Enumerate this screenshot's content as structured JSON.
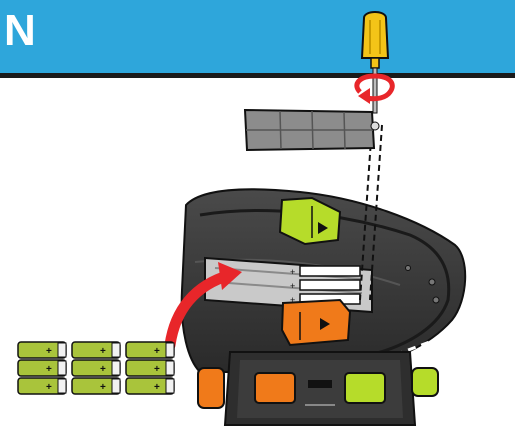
{
  "header": {
    "title_fragment": "N",
    "background_color": "#2ea6db",
    "rule_color": "#1a1a1a"
  },
  "illustration": {
    "subject": "battery installation",
    "battery_count": 9,
    "battery_plus_label": "+",
    "battery_minus_label": "-",
    "compartment_markings": [
      "+",
      "+",
      "+"
    ],
    "colors": {
      "body": "#3a3a3a",
      "body_dark": "#262626",
      "lime": "#b6dc2a",
      "orange": "#f07a1a",
      "red_arrow": "#e8262a",
      "screwdriver": "#f3c418",
      "cover": "#8c8c8c",
      "battery_wrap": "#a9c43b",
      "battery_cap": "#f2f2f2"
    }
  }
}
